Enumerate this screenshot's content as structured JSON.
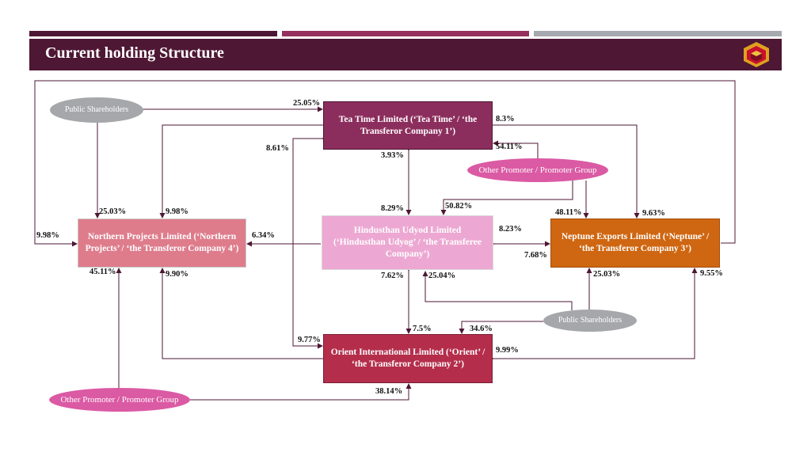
{
  "header": {
    "title": "Current holding Structure"
  },
  "colors": {
    "header_bg": "#4e1734",
    "stripe1": "#4e1734",
    "stripe2": "#96305e",
    "stripe3": "#a6a9b0"
  },
  "entities": {
    "tea_time": "Tea Time Limited  (‘Tea Time’ / ‘the Transferor Company  1’)",
    "northern": "Northern Projects Limited (‘Northern Projects’ / ‘the Transferor Company 4’)",
    "hindusthan": "Hindusthan  Udyod Limited (‘Hindusthan  Udyog’ / ‘the Transferee Company’)",
    "neptune": "Neptune Exports Limited (‘Neptune’ / ‘the Transferor Company 3’)",
    "orient": "Orient International  Limited (‘Orient’ / ‘the Transferor Company 2’)"
  },
  "groups": {
    "public_top": "Public Shareholders",
    "promoter_right": "Other Promoter / Promoter Group",
    "public_bottom": "Public Shareholders",
    "promoter_bottom": "Other Promoter / Promoter Group"
  },
  "percentages": {
    "p_25_05": "25.05%",
    "p_8_3": "8.3%",
    "p_54_11": "54.11%",
    "p_8_61": "8.61%",
    "p_3_93": "3.93%",
    "p_25_03a": "25.03%",
    "p_9_98a": "9.98%",
    "p_9_98b": "9.98%",
    "p_8_29": "8.29%",
    "p_50_82": "50.82%",
    "p_48_11": "48.11%",
    "p_9_63": "9.63%",
    "p_6_34": "6.34%",
    "p_8_23": "8.23%",
    "p_7_68": "7.68%",
    "p_45_11": "45.11%",
    "p_9_90": "9.90%",
    "p_7_62": "7.62%",
    "p_25_04": "25.04%",
    "p_25_03b": "25.03%",
    "p_9_55": "9.55%",
    "p_7_5": "7.5%",
    "p_34_6": "34.6%",
    "p_9_77": "9.77%",
    "p_9_99": "9.99%",
    "p_38_14": "38.14%"
  }
}
